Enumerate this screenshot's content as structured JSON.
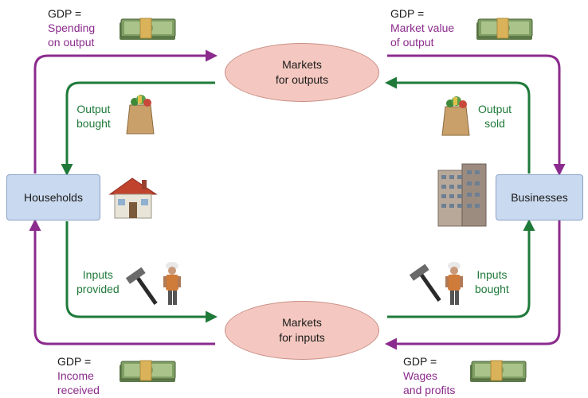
{
  "colors": {
    "money_flow": "#8b2b8d",
    "goods_flow": "#1f7a3a",
    "node_box": "#c9d9ef",
    "market_ellipse": "#f4c8c0"
  },
  "nodes": {
    "households": "Households",
    "businesses": "Businesses",
    "markets_outputs_line1": "Markets",
    "markets_outputs_line2": "for outputs",
    "markets_inputs_line1": "Markets",
    "markets_inputs_line2": "for inputs"
  },
  "labels": {
    "top_left": {
      "gdp": "GDP =",
      "line1": "Spending",
      "line2": "on output"
    },
    "top_right": {
      "gdp": "GDP =",
      "line1": "Market value",
      "line2": "of output"
    },
    "bottom_left": {
      "gdp": "GDP =",
      "line1": "Income",
      "line2": "received"
    },
    "bottom_right": {
      "gdp": "GDP =",
      "line1": "Wages",
      "line2": "and profits"
    },
    "output_bought": {
      "line1": "Output",
      "line2": "bought"
    },
    "output_sold": {
      "line1": "Output",
      "line2": "sold"
    },
    "inputs_provided": {
      "line1": "Inputs",
      "line2": "provided"
    },
    "inputs_bought": {
      "line1": "Inputs",
      "line2": "bought"
    }
  },
  "icons": [
    "money-stack-icon",
    "grocery-bag-icon",
    "house-icon",
    "office-building-icon",
    "hammer-icon",
    "worker-icon"
  ]
}
